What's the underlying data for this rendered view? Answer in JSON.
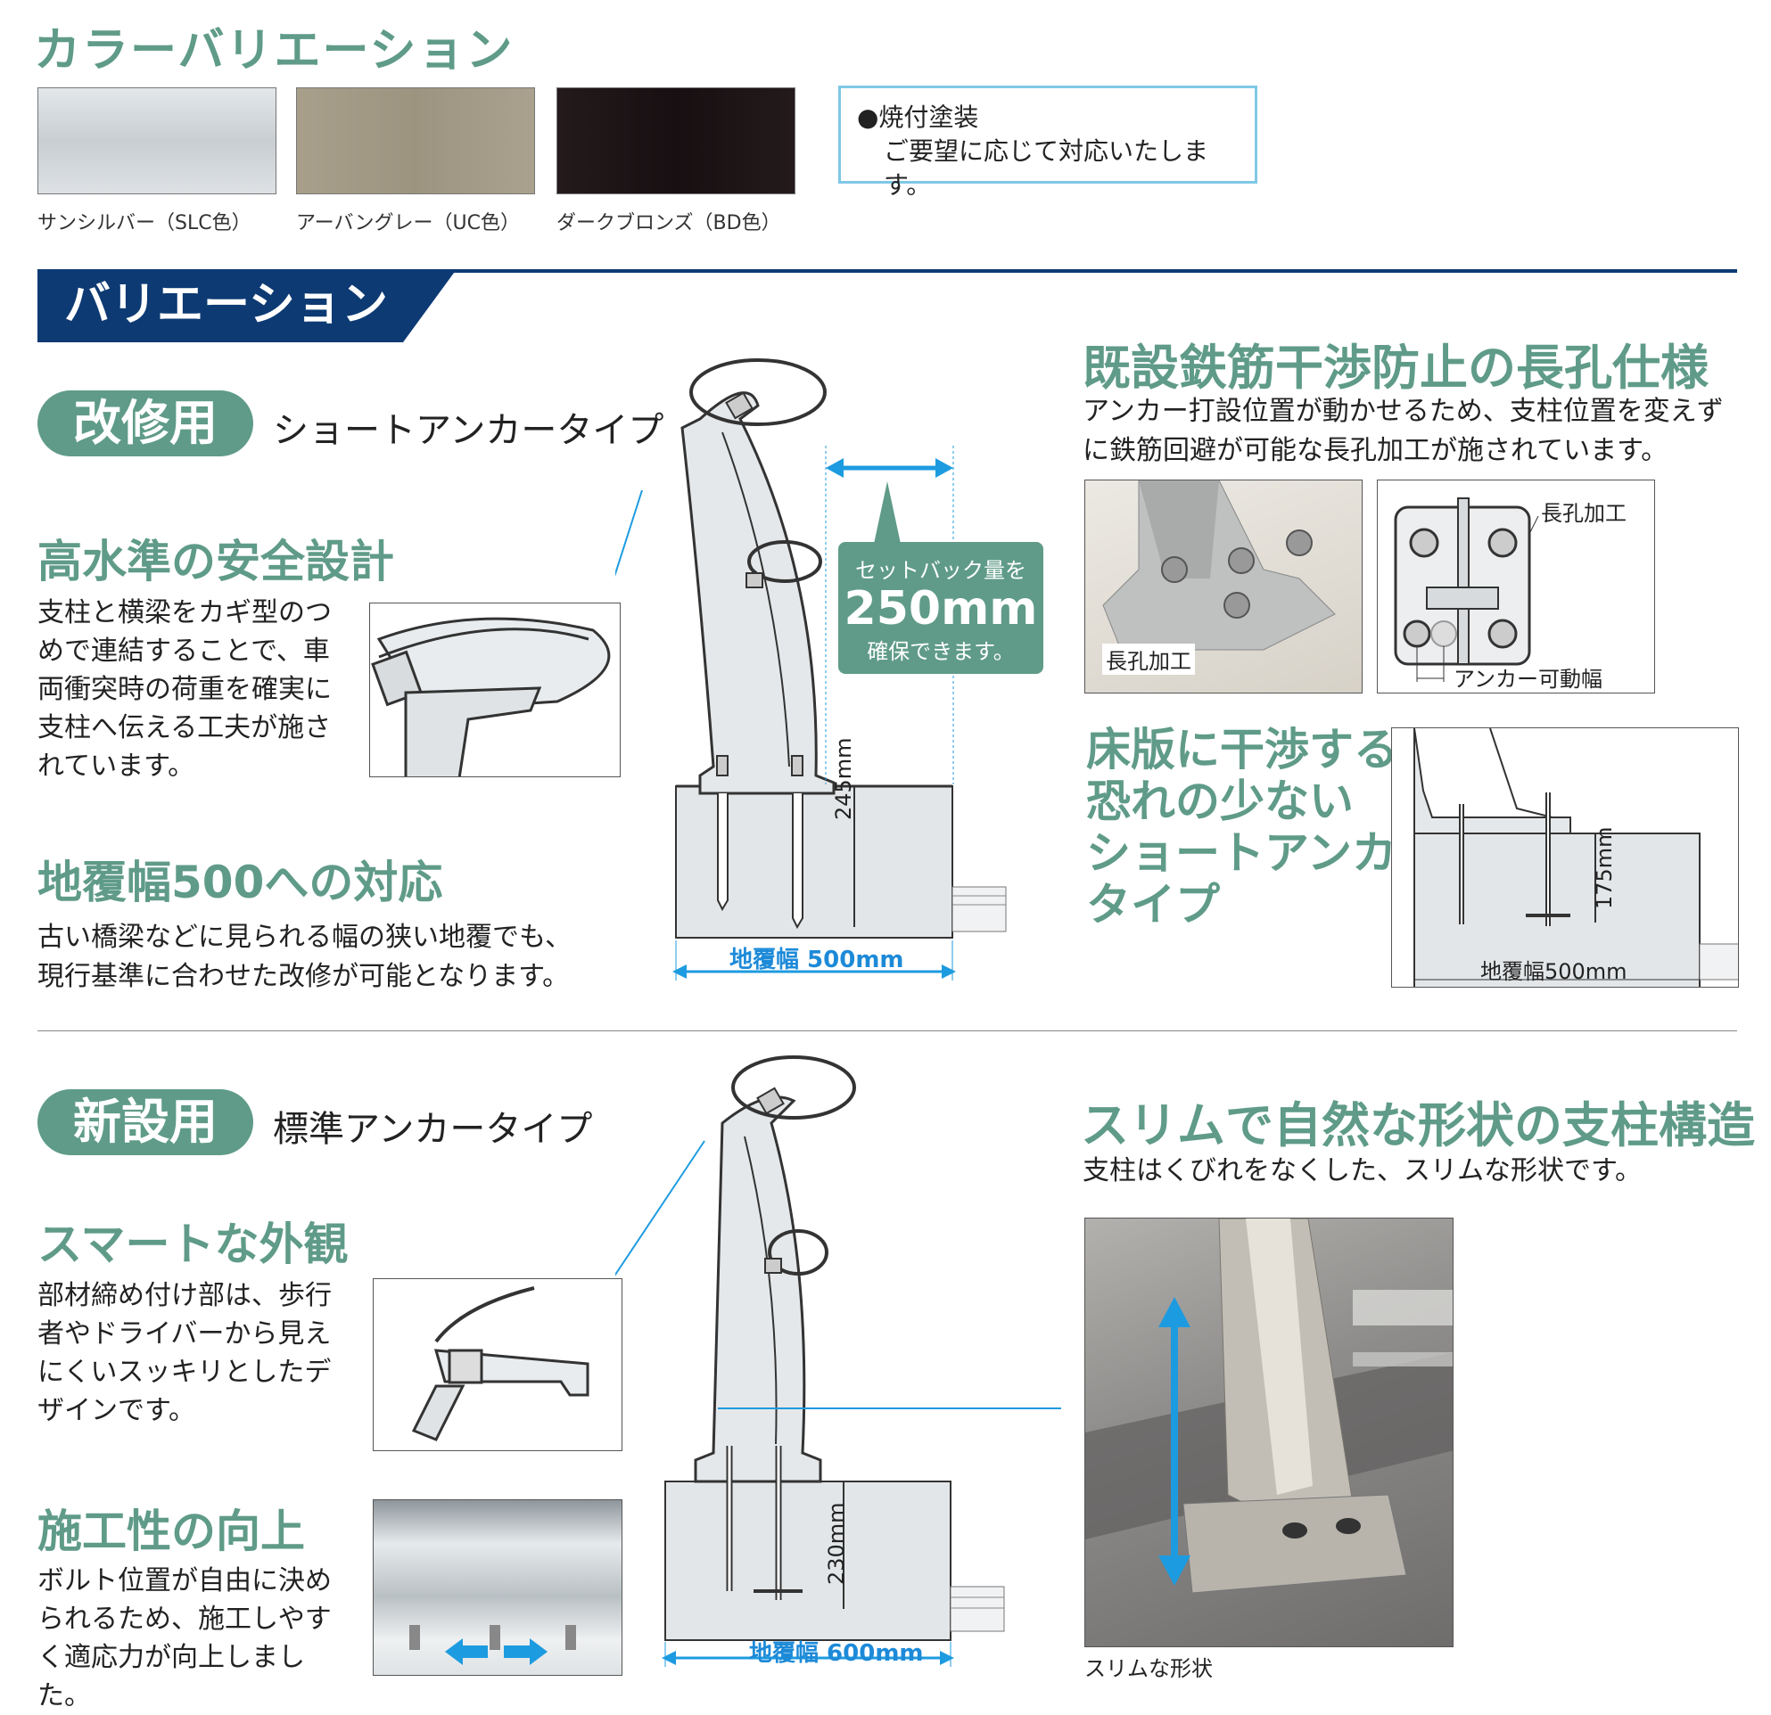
{
  "colors": {
    "accent_green": "#5f9b88",
    "navy": "#0d3a73",
    "blue": "#1d9be0",
    "setback_box": "#5f9b88"
  },
  "color_variation": {
    "title": "カラーバリエーション",
    "swatches": [
      {
        "label": "サンシルバー（SLC色）",
        "color": "#d6dadd"
      },
      {
        "label": "アーバングレー（UC色）",
        "color": "#a59c88"
      },
      {
        "label": "ダークブロンズ（BD色）",
        "color": "#1e1416"
      }
    ],
    "note_line1": "●焼付塗装",
    "note_line2": "ご要望に応じて対応いたします。"
  },
  "variation": {
    "banner": "バリエーション"
  },
  "retrofit": {
    "pill": "改修用",
    "type": "ショートアンカータイプ",
    "safety_title": "高水準の安全設計",
    "safety_text": "支柱と横梁をカギ型のつめで連結することで、車両衝突時の荷重を確実に支柱へ伝える工夫が施されています。",
    "curb_title": "地覆幅500への対応",
    "curb_text_1": "古い橋梁などに見られる幅の狭い地覆でも、",
    "curb_text_2": "現行基準に合わせた改修が可能となります。",
    "setback_line1": "セットバック量を",
    "setback_value": "250mm",
    "setback_line2": "確保できます。",
    "depth_label": "245mm",
    "width_label": "地覆幅 500mm",
    "slot_title": "既設鉄筋干渉防止の長孔仕様",
    "slot_text_1": "アンカー打設位置が動かせるため、支柱位置を変えず",
    "slot_text_2": "に鉄筋回避が可能な長孔加工が施されています。",
    "photo_label": "長孔加工",
    "diagram_label_top": "長孔加工",
    "diagram_label_bottom": "アンカー可動幅",
    "short_title_1": "床版に干渉する",
    "short_title_2": "恐れの少ない",
    "short_title_3": "ショートアンカー",
    "short_title_4": "タイプ",
    "short_depth": "175mm",
    "short_width": "地覆幅500mm"
  },
  "new_install": {
    "pill": "新設用",
    "type": "標準アンカータイプ",
    "smart_title": "スマートな外観",
    "smart_text": "部材締め付け部は、歩行者やドライバーから見えにくいスッキリとしたデザインです。",
    "work_title": "施工性の向上",
    "work_text": "ボルト位置が自由に決められるため、施工しやすく適応力が向上しました。",
    "depth_label": "230mm",
    "width_label": "地覆幅 600mm",
    "slim_title": "スリムで自然な形状の支柱構造",
    "slim_text": "支柱はくびれをなくした、スリムな形状です。",
    "photo_caption": "スリムな形状"
  }
}
